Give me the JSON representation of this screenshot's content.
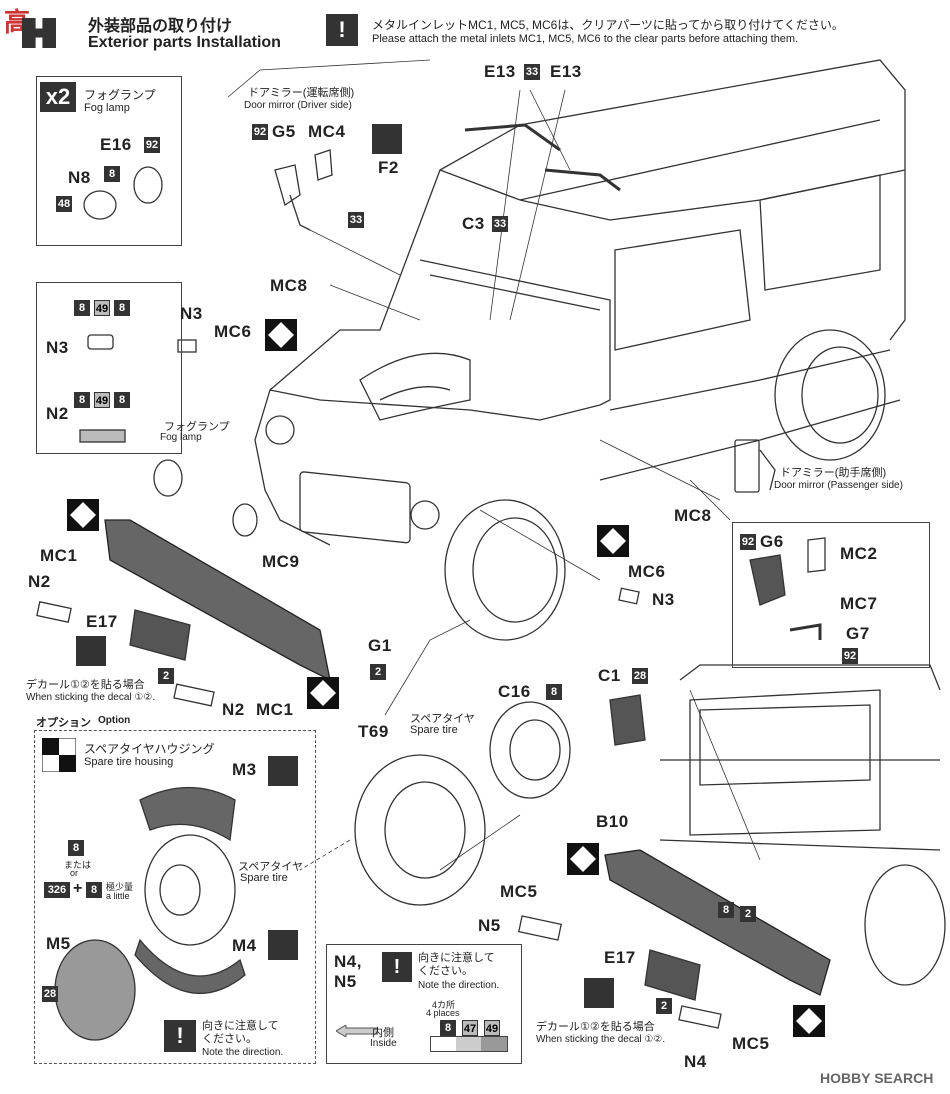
{
  "logo": {
    "text": "高"
  },
  "header": {
    "title_jp": "外装部品の取り付け",
    "title_en": "Exterior parts Installation",
    "notice_jp": "メタルインレットMC1, MC5, MC6は、クリアパーツに貼ってから取り付けてください。",
    "notice_en": "Please attach the metal inlets MC1, MC5, MC6 to the clear parts before attaching them."
  },
  "fog_panel": {
    "qty": "x2",
    "jp": "フォグランプ",
    "en": "Fog lamp",
    "parts": [
      "E16",
      "N8"
    ],
    "colors": [
      "92",
      "8",
      "48"
    ]
  },
  "lamp_panel": {
    "parts": [
      "N3",
      "N2"
    ],
    "colors_top": [
      "8",
      "49",
      "8"
    ],
    "colors_bottom": [
      "8",
      "49",
      "8"
    ]
  },
  "mirror_driver": {
    "jp": "ドアミラー(運転席側)",
    "en": "Door mirror (Driver side)",
    "parts": [
      "G5",
      "MC4",
      "F2"
    ],
    "colors": [
      "92",
      "33"
    ]
  },
  "top_labels": {
    "e13_left": "E13",
    "e13_color": "33",
    "e13_right": "E13",
    "c3": "C3",
    "c3_color": "33",
    "mc8_top": "MC8"
  },
  "front_labels": {
    "n3": "N3",
    "mc6": "MC6",
    "fog_jp": "フォグランプ",
    "fog_en": "Fog lamp",
    "mc1_left": "MC1",
    "n2_left": "N2",
    "e17": "E17",
    "mc9": "MC9",
    "g1": "G1",
    "g1_color": "2",
    "e17_color": "2",
    "decal_jp": "デカール①②を貼る場合",
    "decal_en": "When sticking the decal ①②.",
    "n2_bottom": "N2",
    "mc1_bottom": "MC1",
    "mc6_right": "MC6",
    "n3_right": "N3",
    "mc8_right": "MC8"
  },
  "mirror_passenger": {
    "jp": "ドアミラー(助手席側)",
    "en": "Door mirror (Passenger side)",
    "parts": [
      "G6",
      "MC2",
      "MC7",
      "G7"
    ],
    "colors": [
      "92",
      "92"
    ]
  },
  "option": {
    "title_jp": "オプション",
    "title_en": "Option",
    "housing_jp": "スペアタイヤハウジング",
    "housing_en": "Spare tire housing",
    "m3": "M3",
    "m4": "M4",
    "m5": "M5",
    "m5_color": "28",
    "spare_jp": "スペアタイヤ",
    "spare_en": "Spare tire",
    "c8": "8",
    "or_jp": "または",
    "or_en": "or",
    "c326": "326",
    "plus": "+",
    "c8b": "8",
    "little_jp": "極少量",
    "little_en": "a little",
    "dir_jp": "向きに注意して\nください。",
    "dir_en": "Note the direction."
  },
  "spare": {
    "t69": "T69",
    "jp": "スペアタイヤ",
    "en": "Spare tire",
    "c16": "C16",
    "c16_color": "8",
    "c1": "C1",
    "c1_color": "28"
  },
  "rear": {
    "b10": "B10",
    "mc5": "MC5",
    "n5": "N5",
    "e17": "E17",
    "e17_color": "2",
    "c8": "8",
    "c2": "2",
    "decal_jp": "デカール①②を貼る場合",
    "decal_en": "When sticking the decal ①②.",
    "n4": "N4",
    "mc5_bottom": "MC5"
  },
  "n4n5_panel": {
    "title": "N4,\nN5",
    "dir_jp": "向きに注意して\nください。",
    "dir_en": "Note the direction.",
    "places_jp": "4カ所",
    "places_en": "4 places",
    "colors": [
      "8",
      "47",
      "49"
    ],
    "inside_jp": "内側",
    "inside_en": "Inside"
  },
  "footer": {
    "watermark": "HOBBY SEARCH"
  }
}
